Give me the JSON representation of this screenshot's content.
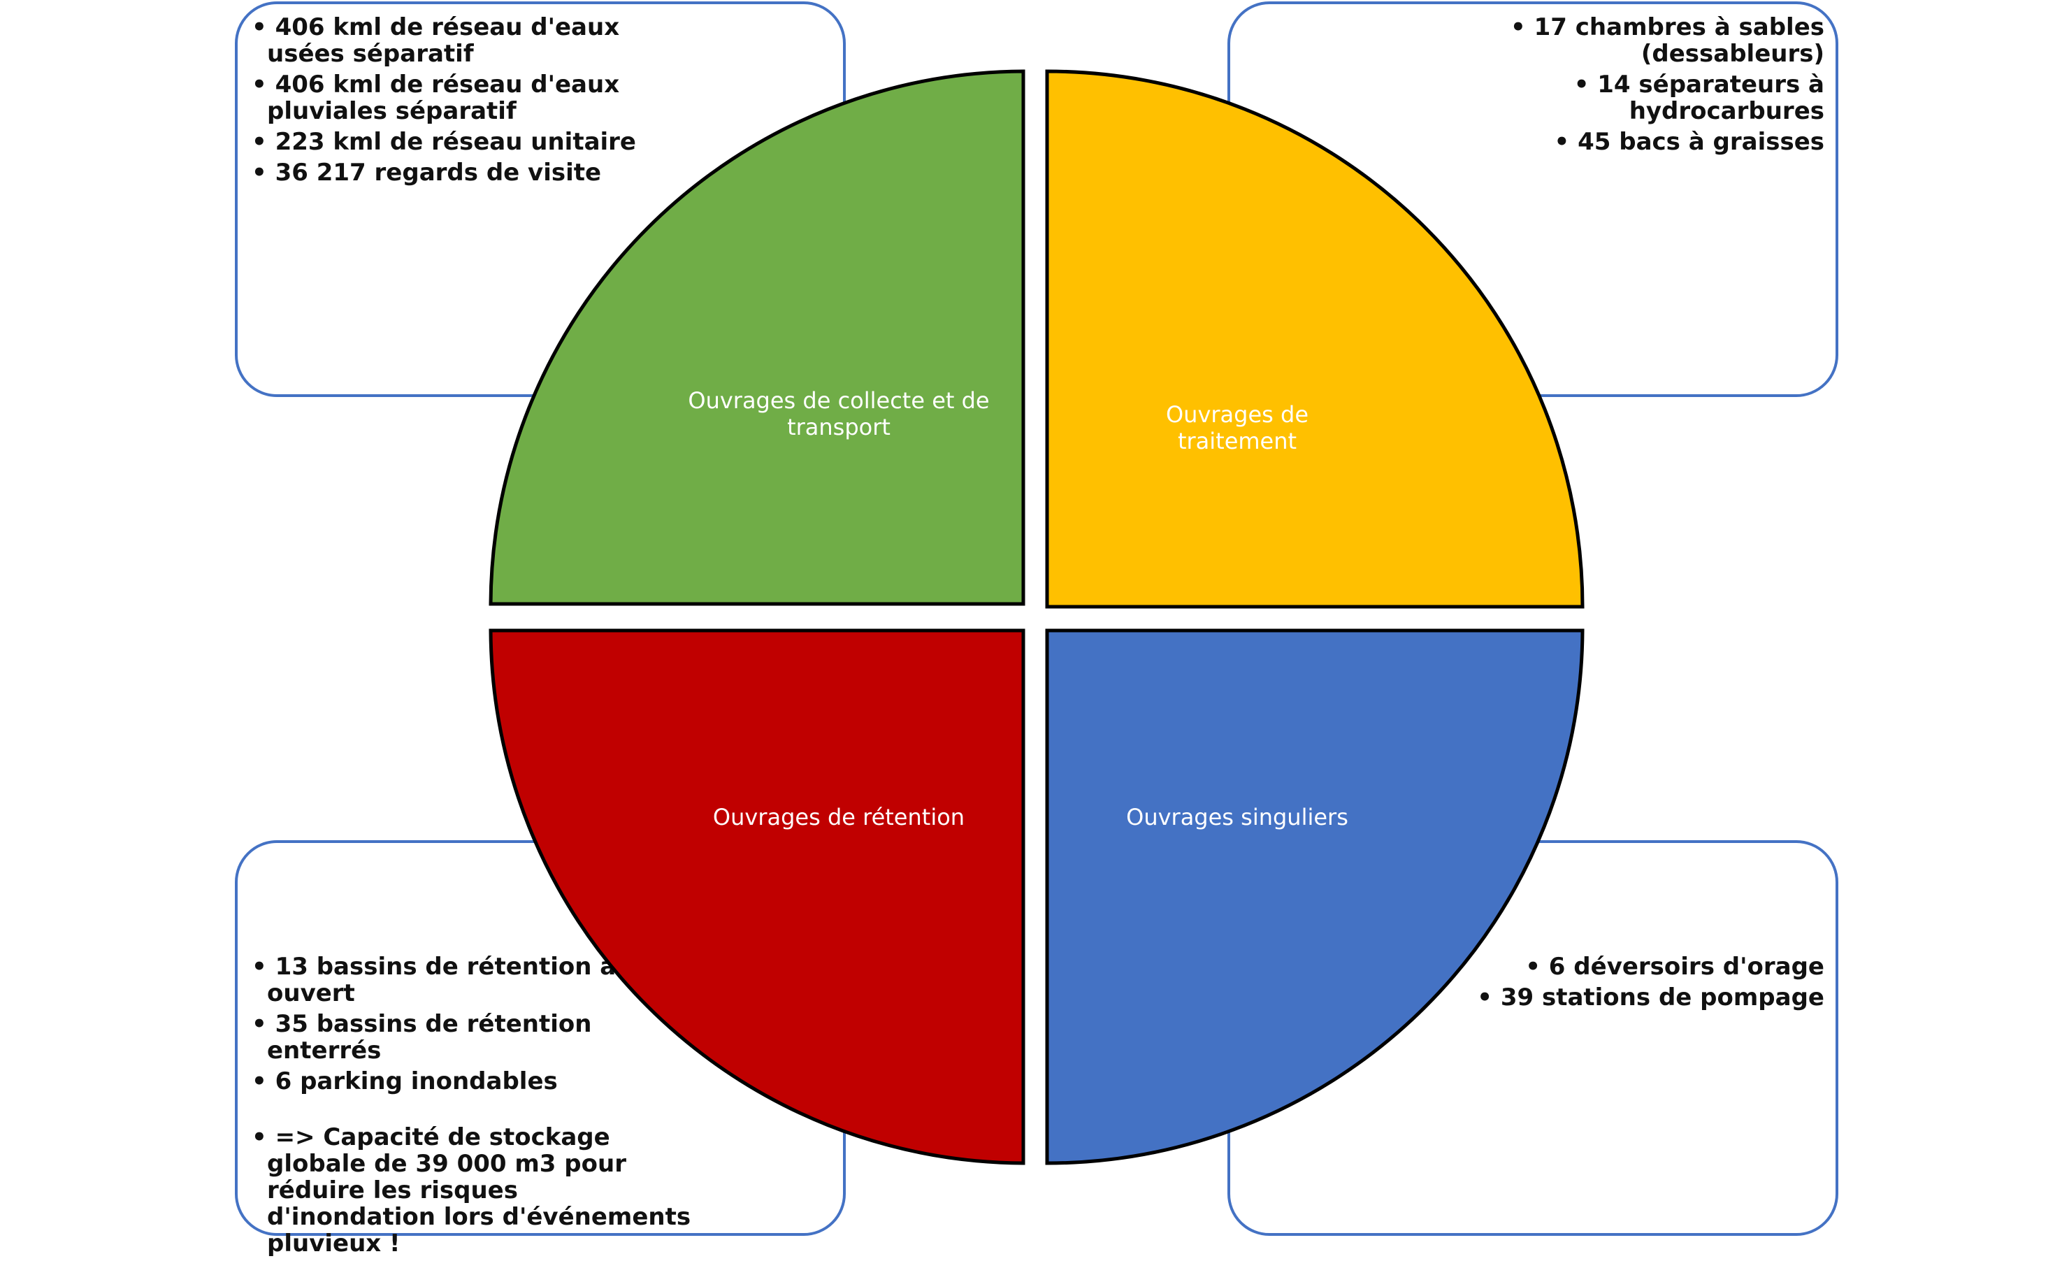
{
  "colors": {
    "box_border": "#4472C4",
    "collecte": "#70AD47",
    "traitement": "#FFC000",
    "retention": "#C00000",
    "singuliers": "#4472C4"
  },
  "quadrants": {
    "collecte": {
      "label": "Ouvrages de collecte et de transport"
    },
    "traitement": {
      "label": "Ouvrages de traitement"
    },
    "retention": {
      "label": "Ouvrages de rétention"
    },
    "singuliers": {
      "label": "Ouvrages singuliers"
    }
  },
  "boxes": {
    "collecte": [
      "• 406 kml de réseau d'eaux usées séparatif",
      "• 406 kml de réseau d'eaux pluviales séparatif",
      "• 223 kml de réseau unitaire",
      "• 36 217 regards de visite"
    ],
    "traitement": [
      "• 17 chambres à sables (dessableurs)",
      "• 14 séparateurs à hydrocarbures",
      "• 45 bacs à graisses"
    ],
    "retention": [
      "• 13 bassins de rétention à ciel ouvert",
      "• 35 bassins de rétention enterrés",
      "• 6 parking inondables",
      "• => Capacité de stockage globale de 39 000 m3 pour réduire les risques d'inondation lors d'événements pluvieux !"
    ],
    "singuliers": [
      "• 6 déversoirs d'orage",
      "• 39 stations de pompage"
    ]
  }
}
